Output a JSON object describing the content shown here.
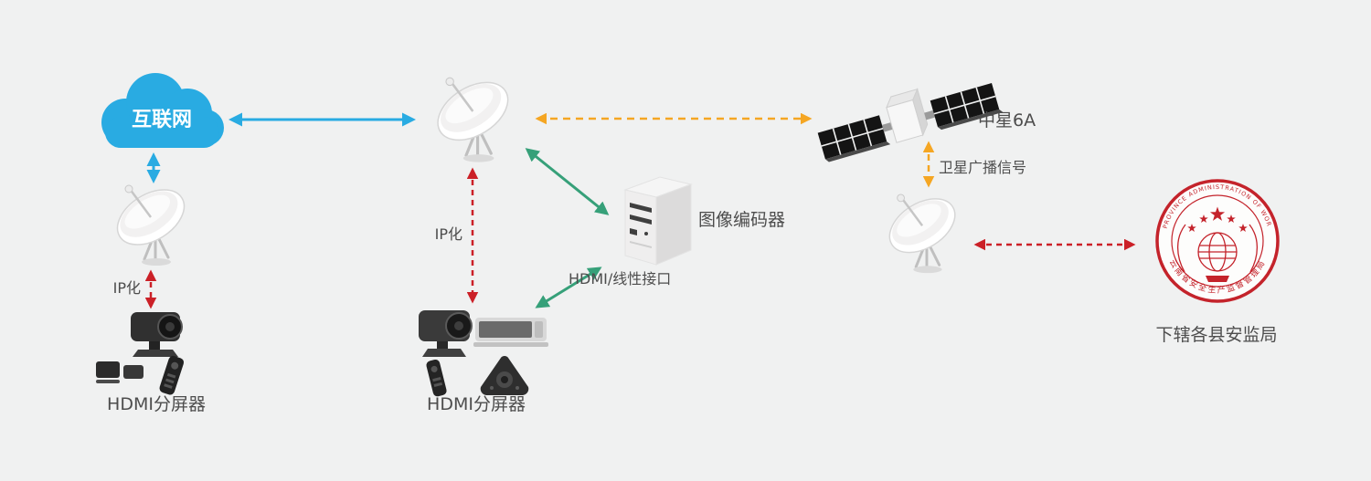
{
  "canvas": {
    "background": "#f0f1f1"
  },
  "colors": {
    "blue": "#29abe2",
    "red": "#cb2027",
    "green": "#36a079",
    "orange": "#f5a623",
    "text": "#4d4d4d",
    "emblem_red": "#c4232b"
  },
  "nodes": {
    "internet": {
      "label": "互联网"
    },
    "left_terminal": {
      "caption": "HDMI分屏器"
    },
    "center_terminal": {
      "caption": "HDMI分屏器"
    },
    "encoder": {
      "caption": "图像编码器"
    },
    "satellite": {
      "caption": "中星6A"
    },
    "bureau": {
      "caption": "下辖各县安监局"
    },
    "emblem": {
      "ring_text_top": "YUNNAN PROVINCE ADMINISTRATION OF WORK SAFETY",
      "ring_text_bottom": "云南省安全生产监督管理局"
    }
  },
  "links": {
    "left_ip": {
      "label": "IP化"
    },
    "center_ip": {
      "label": "IP化"
    },
    "hdmi_line": {
      "label": "HDMI/线性接口"
    },
    "satellite_broadcast": {
      "label": "卫星广播信号"
    }
  }
}
